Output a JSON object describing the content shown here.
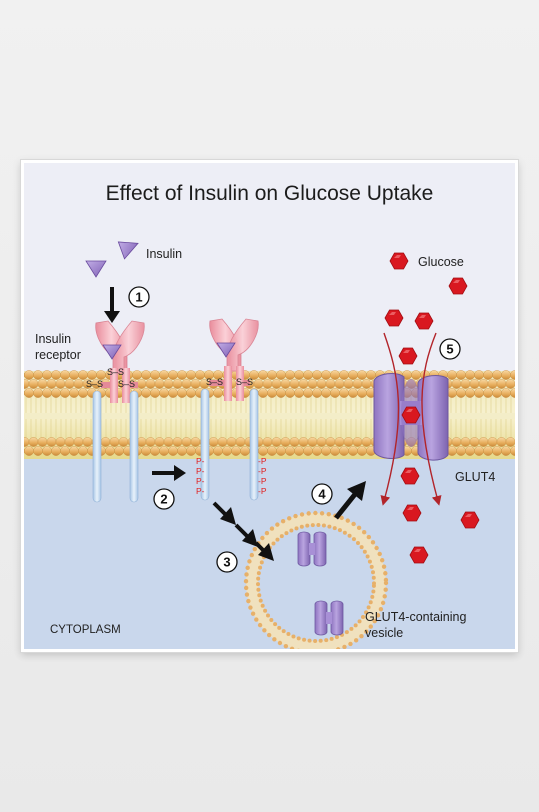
{
  "title": "Effect of Insulin on Glucose Uptake",
  "labels": {
    "insulin": "Insulin",
    "glucose": "Glucose",
    "insulin_receptor_line1": "Insulin",
    "insulin_receptor_line2": "receptor",
    "glut4": "GLUT4",
    "vesicle_line1": "GLUT4-containing",
    "vesicle_line2": "vesicle",
    "cytoplasm": "CYTOPLASM"
  },
  "disulfide_label": "S–S",
  "phosphate_label": "P",
  "steps": [
    "1",
    "2",
    "3",
    "4",
    "5"
  ],
  "colors": {
    "background": "#edeef6",
    "cytoplasm": "#c9d7ec",
    "lipid_head": "#e9b76f",
    "lipid_tail": "#ede3a2",
    "receptor": "#f2a8b3",
    "insulin": "#9a7cc8",
    "glut4": "#9b82c7",
    "glucose": "#d8141c",
    "phosphate": "#e02020"
  }
}
